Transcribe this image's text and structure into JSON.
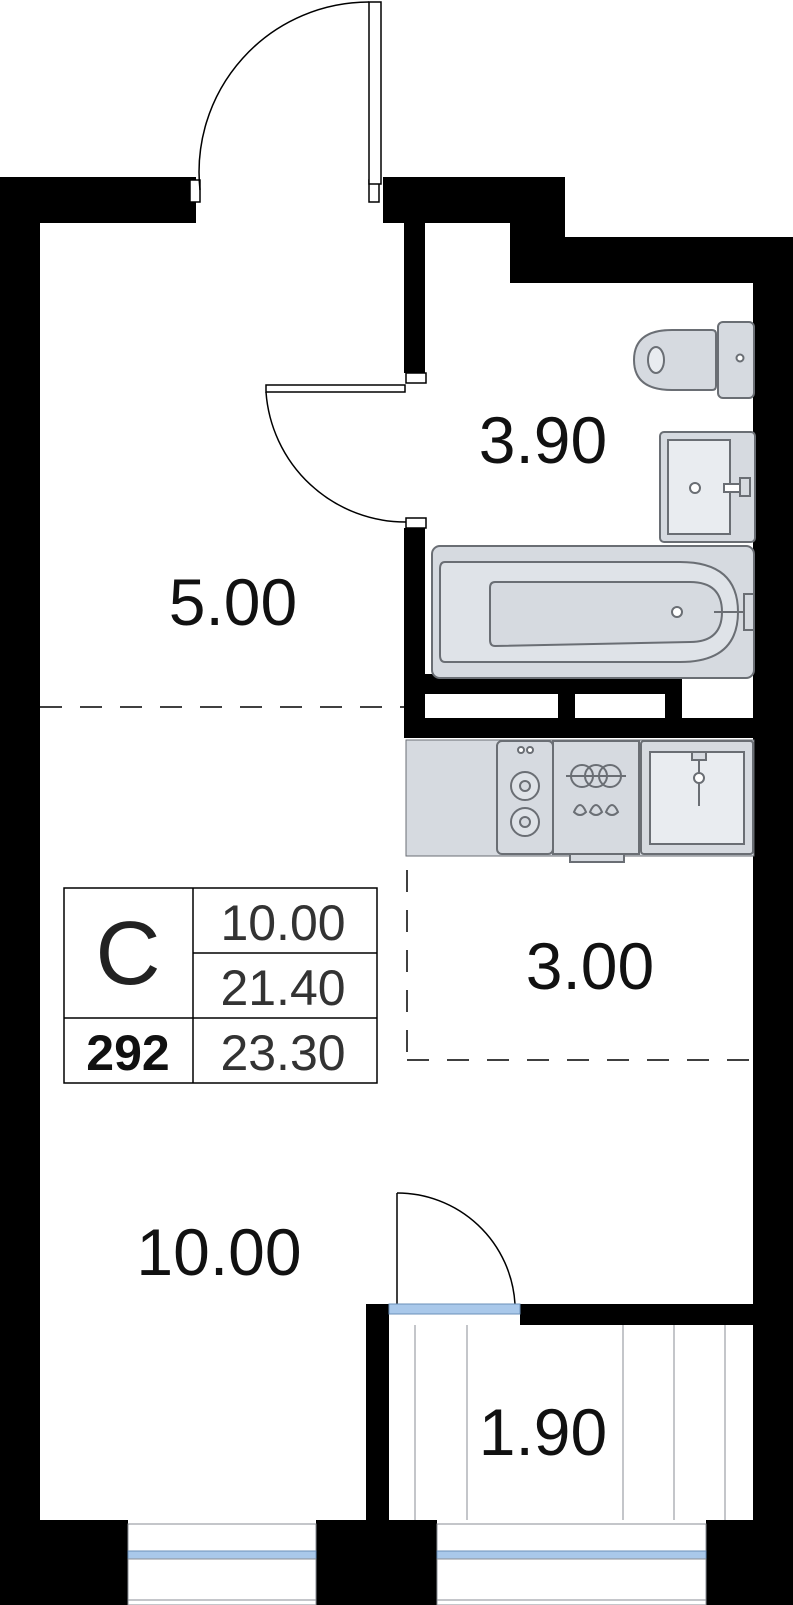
{
  "rooms": {
    "hall": "5.00",
    "bathroom": "3.90",
    "kitchen": "3.00",
    "living": "10.00",
    "balcony": "1.90"
  },
  "stamp": {
    "type": "С",
    "number": "292",
    "living_area": "10.00",
    "total_area": "21.40",
    "total_with_balcony": "23.30"
  },
  "colors": {
    "wall": "#000000",
    "fixture_fill": "#d6dae0",
    "fixture_stroke": "#6a6e74",
    "glass": "#a9c8ea"
  },
  "icons": [
    "door-swing-icon",
    "toilet-icon",
    "sink-icon",
    "bathtub-icon",
    "stove-icon",
    "kitchen-sink-icon",
    "window-icon"
  ]
}
